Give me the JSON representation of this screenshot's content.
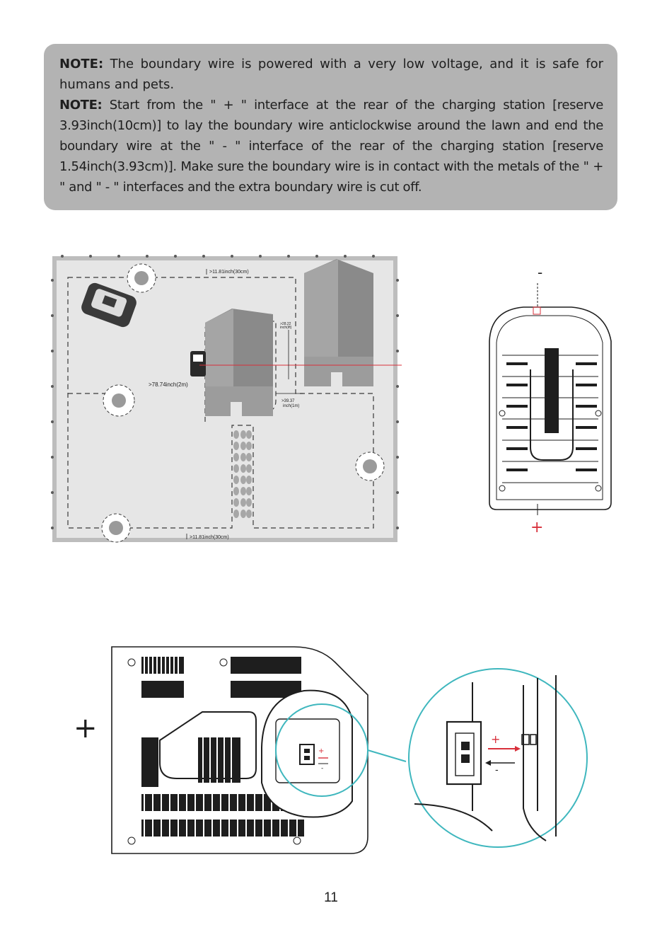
{
  "notes": [
    {
      "label": "NOTE:",
      "text": " The boundary wire is powered with a very low voltage, and it is safe for humans and pets."
    },
    {
      "label": "NOTE:",
      "text": " Start from the \" + \" interface at the rear of the charging station [reserve 3.93inch(10cm)] to lay the boundary wire anticlockwise around the lawn and end the boundary wire at the \" - \" interface of the rear of the charging station [reserve 1.54inch(3.93cm)]. Make sure the boundary wire is in contact with the metals of the \" + \" and \" - \" interfaces and the extra boundary wire is cut off."
    }
  ],
  "lawn_diagram": {
    "dim_top": ">11.81inch(30cm)",
    "dim_bottom": ">11.81inch(30cm)",
    "dim_station_distance": ">78.74inch(2m)",
    "dim_house_vertical_1": ">28.22",
    "dim_house_vertical_2": "inch(ift)",
    "dim_passage_1": ">39.37",
    "dim_passage_2": "inch(1m)"
  },
  "station_rear": {
    "minus_sign": "-",
    "plus_sign": "+"
  },
  "connector_detail": {
    "plus_sign_left": "+",
    "plus_small": "+",
    "minus_small": "-",
    "plus_zoom": "+",
    "minus_zoom": "-"
  },
  "page_number": "11",
  "colors": {
    "note_background": "#b3b3b3",
    "lawn": "#e6e6e6",
    "house_roof": "#7c7c7c",
    "wire_red": "#d8303b",
    "zoom_circle": "#3fb7be"
  }
}
